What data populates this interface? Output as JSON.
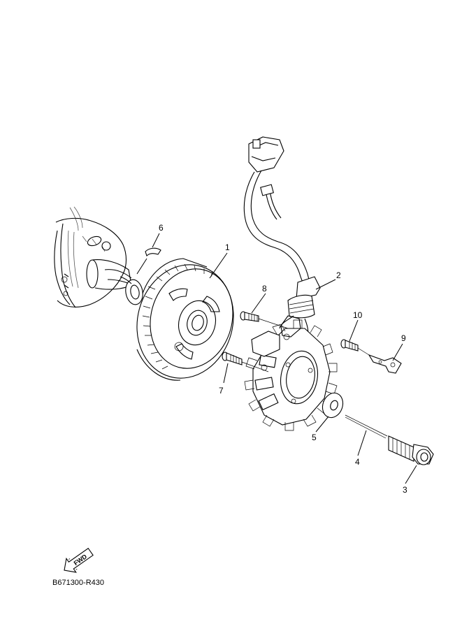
{
  "diagram": {
    "reference_code": "B671300-R430",
    "direction_arrow_label": "FWD",
    "callouts": [
      {
        "id": "1",
        "text": "1"
      },
      {
        "id": "2",
        "text": "2"
      },
      {
        "id": "3",
        "text": "3"
      },
      {
        "id": "4",
        "text": "4"
      },
      {
        "id": "5",
        "text": "5"
      },
      {
        "id": "6",
        "text": "6"
      },
      {
        "id": "7",
        "text": "7"
      },
      {
        "id": "8",
        "text": "8"
      },
      {
        "id": "9",
        "text": "9"
      },
      {
        "id": "10",
        "text": "10"
      }
    ]
  }
}
